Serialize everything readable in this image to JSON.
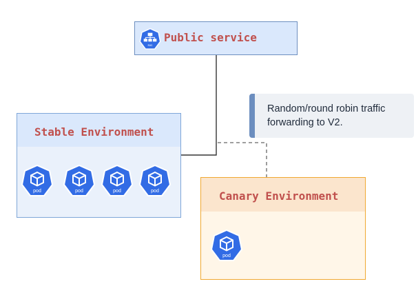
{
  "public_service": {
    "title": "Public service",
    "icon_label": "svc"
  },
  "stable": {
    "title": "Stable Environment",
    "pods": [
      "pod",
      "pod",
      "pod",
      "pod"
    ]
  },
  "canary": {
    "title": "Canary Environment",
    "pods": [
      "pod"
    ]
  },
  "note": {
    "text": "Random/round robin traffic forwarding to V2."
  },
  "colors": {
    "title_text": "#c0504d",
    "service_fill": "#dae8fc",
    "stable_fill": "#eaf1fb",
    "canary_fill": "#fff6e8",
    "canary_border": "#f0a830",
    "k8s_blue": "#326ce5"
  },
  "icons": {
    "service": "service-icon",
    "pod": "pod-icon"
  }
}
